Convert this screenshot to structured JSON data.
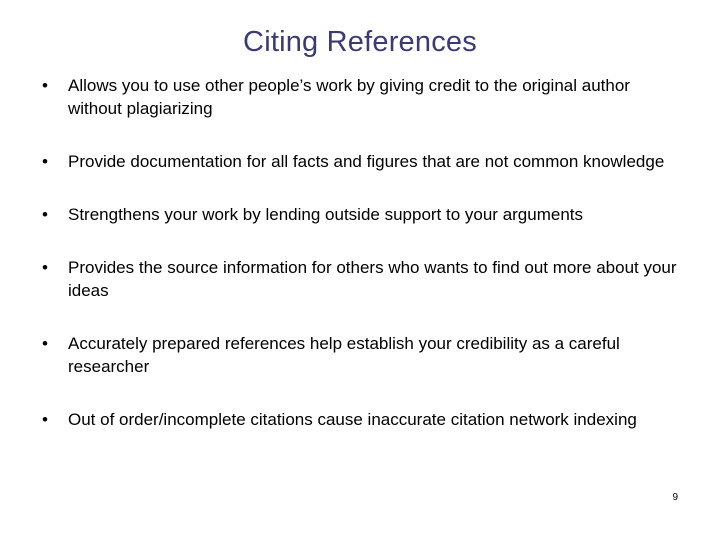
{
  "slide": {
    "title": "Citing References",
    "title_color": "#3a3a78",
    "background_color": "#ffffff",
    "text_color": "#000000",
    "page_number": "9",
    "bullet_marker": "•",
    "bullets": [
      {
        "text": "Allows you to use other people’s work by giving credit to the original author without plagiarizing"
      },
      {
        "text": "Provide documentation for all facts and figures that are not common knowledge"
      },
      {
        "text": "Strengthens your work by lending outside support to your arguments"
      },
      {
        "text": "Provides the source information for others who wants to find out more about your ideas"
      },
      {
        "text": "Accurately prepared references help establish your credibility as a careful researcher"
      },
      {
        "text": "Out of order/incomplete citations cause inaccurate citation network indexing"
      }
    ]
  }
}
